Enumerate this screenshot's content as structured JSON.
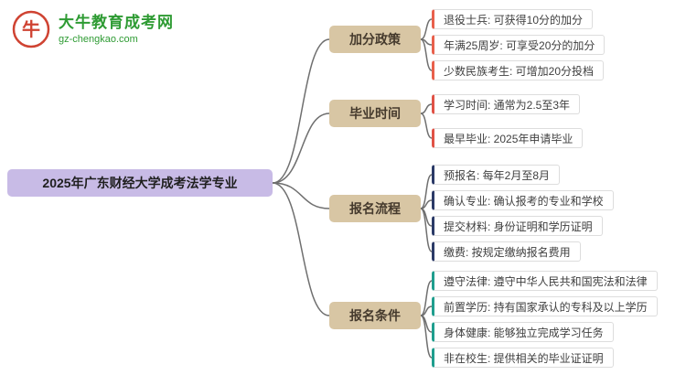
{
  "logo": {
    "site_name": "大牛教育成考网",
    "site_url": "gz-chengkao.com"
  },
  "root": {
    "title": "2025年广东财经大学成考法学专业"
  },
  "theme": {
    "root_bg": "#c8bbe6",
    "branch_bg": "#d8c6a4",
    "line_color": "#6f6f6f",
    "logo_green": "#2e9b33",
    "logo_red": "#cf4332"
  },
  "branches": [
    {
      "label": "加分政策",
      "accent": "#e8604c",
      "items": [
        "退役士兵: 可获得10分的加分",
        "年满25周岁: 可享受20分的加分",
        "少数民族考生: 可增加20分投档"
      ]
    },
    {
      "label": "毕业时间",
      "accent": "#e05246",
      "items": [
        "学习时间: 通常为2.5至3年",
        "最早毕业: 2025年申请毕业"
      ]
    },
    {
      "label": "报名流程",
      "accent": "#2b3a67",
      "items": [
        "预报名: 每年2月至8月",
        "确认专业: 确认报考的专业和学校",
        "提交材料: 身份证明和学历证明",
        "缴费: 按规定缴纳报名费用"
      ]
    },
    {
      "label": "报名条件",
      "accent": "#1f9e8e",
      "items": [
        "遵守法律: 遵守中华人民共和国宪法和法律",
        "前置学历: 持有国家承认的专科及以上学历",
        "身体健康: 能够独立完成学习任务",
        "非在校生: 提供相关的毕业证证明"
      ]
    }
  ]
}
